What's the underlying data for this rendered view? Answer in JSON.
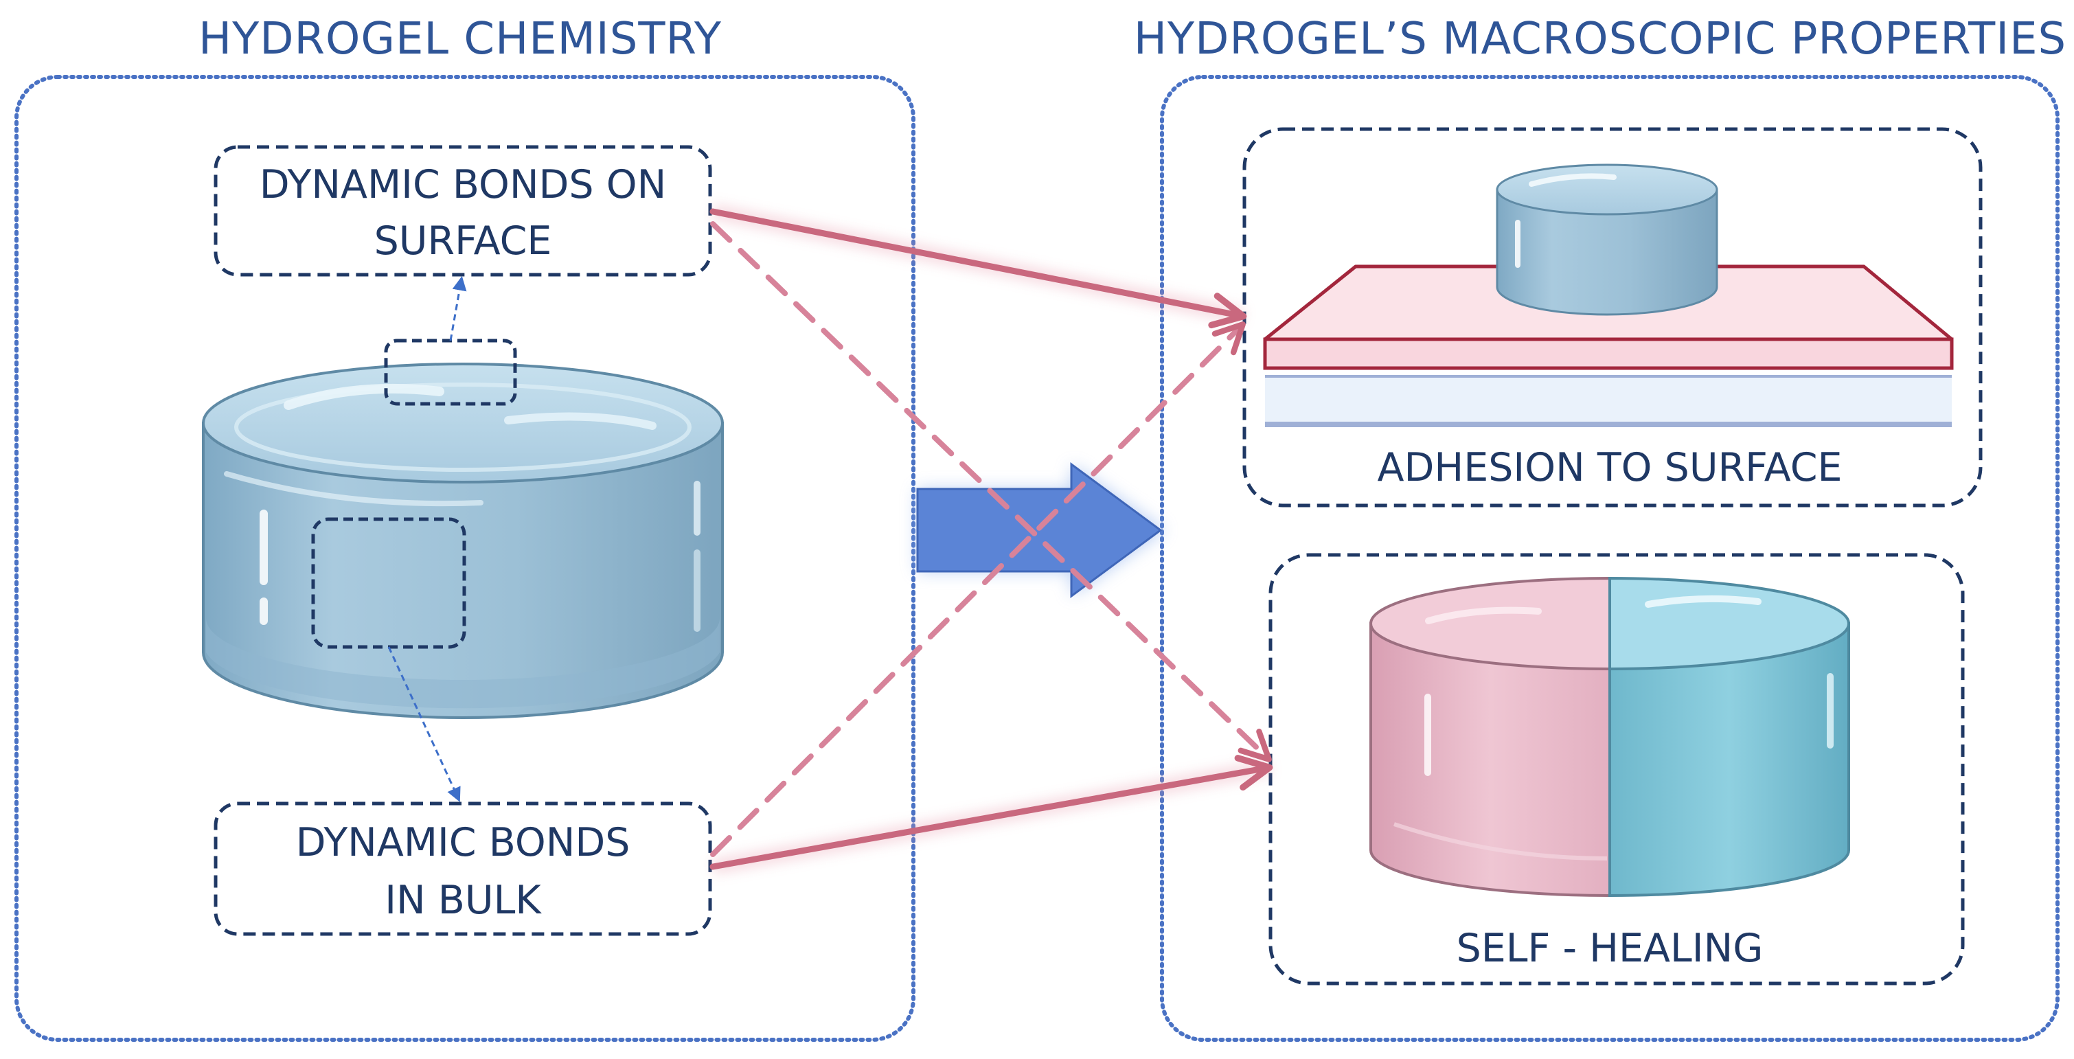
{
  "left_panel": {
    "title": "HYDROGEL CHEMISTRY",
    "surface_box": {
      "line1": "DYNAMIC BONDS ON",
      "line2": "SURFACE"
    },
    "bulk_box": {
      "line1": "DYNAMIC BONDS",
      "line2": "IN BULK"
    }
  },
  "right_panel": {
    "title": "HYDROGEL’S MACROSCOPIC PROPERTIES",
    "adhesion_label": "ADHESION TO SURFACE",
    "healing_label": "SELF - HEALING"
  },
  "colors": {
    "title_blue": "#2f5597",
    "navy": "#1f3864",
    "gel_blue": "#9dc3d9",
    "gel_pink": "#e6b3c2",
    "gel_teal": "#7cc3d6",
    "arrow_pink": "#c9687e",
    "big_arrow_blue": "#5b84d6",
    "substrate_pink": "#f9dde3",
    "substrate_border": "#a3263c"
  }
}
